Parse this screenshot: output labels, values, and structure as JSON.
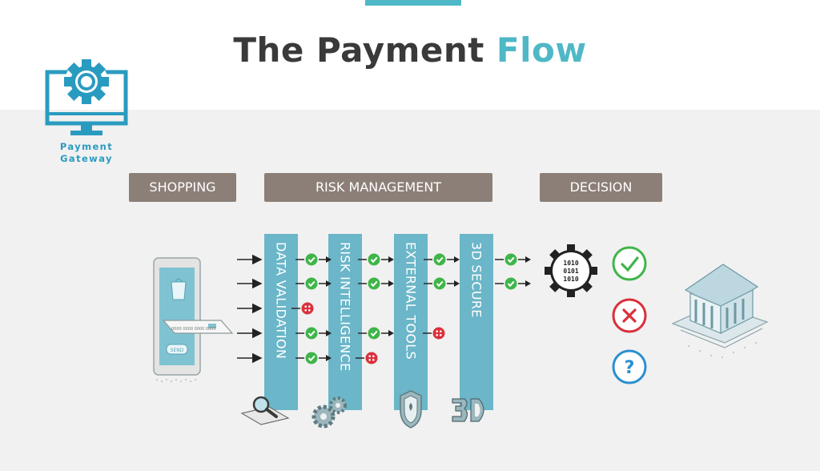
{
  "title": {
    "main": "The Payment",
    "highlight": "Flow"
  },
  "logo": {
    "line1": "Payment",
    "line2": "Gateway",
    "icon": "monitor-gear-icon"
  },
  "phases": [
    "SHOPPING",
    "RISK MANAGEMENT",
    "DECISION"
  ],
  "steps": [
    {
      "label": "DATA VALIDATION",
      "icon": "magnifier-document-icon"
    },
    {
      "label": "RISK INTELLIGENCE",
      "icon": "gears-icon"
    },
    {
      "label": "EXTERNAL TOOLS",
      "icon": "shield-icon"
    },
    {
      "label": "3D SECURE",
      "icon": "3d-icon"
    }
  ],
  "phone": {
    "card_number": "0000 0000 0000 0000",
    "button": "SEND"
  },
  "binary_gear": {
    "rows": [
      "1010",
      "0101",
      "1010"
    ]
  },
  "outcomes": [
    "approved-icon",
    "declined-icon",
    "review-icon"
  ],
  "colors": {
    "accent": "#4fb8c6",
    "phase_bg": "#8c7f77",
    "column": "#6bb6c8",
    "pass": "#3fb549",
    "fail": "#d9303b",
    "review": "#2a8fd0"
  }
}
